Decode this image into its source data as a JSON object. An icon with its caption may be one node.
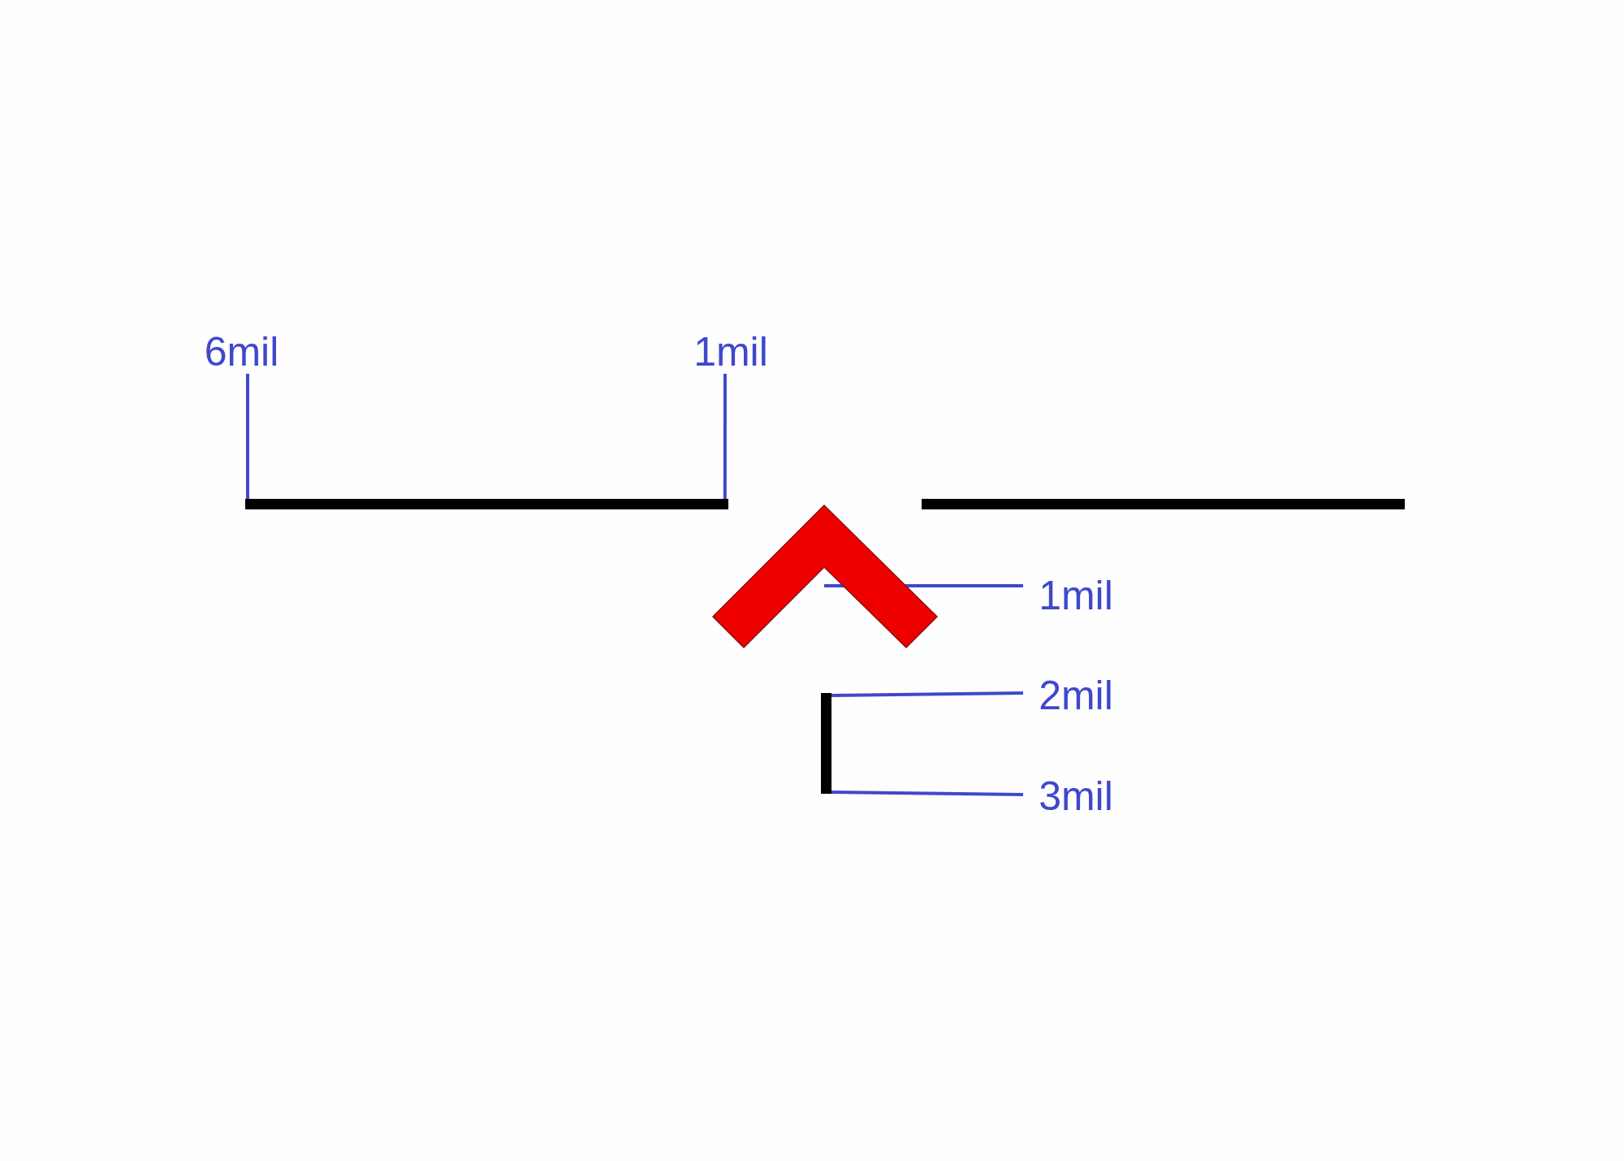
{
  "diagram": {
    "nodes": [
      {
        "text": [
          "6mil"
        ]
      },
      {
        "text": [
          "1mil"
        ]
      },
      {
        "text": [],
        "shape": "bar"
      },
      {
        "text": [],
        "shape": "bar"
      },
      {
        "text": [],
        "shape": "chevron"
      },
      {
        "text": [
          "1mil"
        ]
      },
      {
        "text": [
          "2mil"
        ]
      },
      {
        "text": [
          "3mil"
        ]
      },
      {
        "text": [],
        "shape": "bar"
      }
    ],
    "edges": [
      {
        "from": 0,
        "to": 2,
        "arrow": "none"
      },
      {
        "from": 1,
        "to": 2,
        "arrow": "none"
      },
      {
        "from": 5,
        "to": 4,
        "arrow": "none"
      },
      {
        "from": 6,
        "to": 8,
        "arrow": "none"
      },
      {
        "from": 7,
        "to": 8,
        "arrow": "none"
      }
    ]
  }
}
